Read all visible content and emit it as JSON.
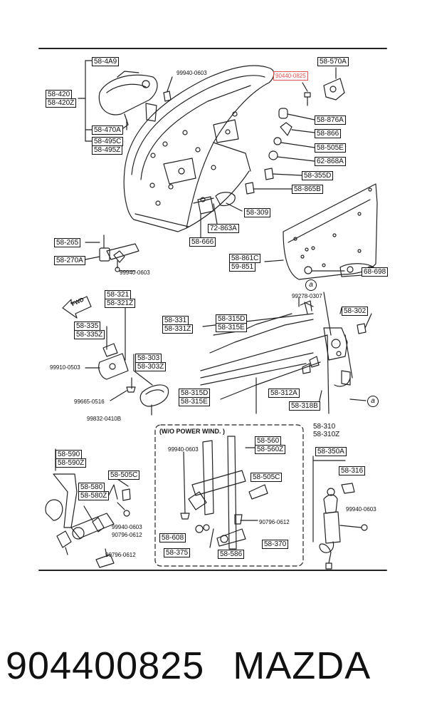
{
  "highlight_part": "90440-0825",
  "labels": {
    "p_58_4A9": "58-4A9",
    "p_58_420": "58-420",
    "p_58_420Z": "58-420Z",
    "p_58_470A": "58-470A",
    "p_58_495C": "58-495C",
    "p_58_495Z": "58-495Z",
    "p_99940_0603_a": "99940-0603",
    "p_58_570A": "58-570A",
    "p_58_876A": "58-876A",
    "p_58_866": "58-866",
    "p_58_505E": "58-505E",
    "p_62_868A": "62-868A",
    "p_58_355D": "58-355D",
    "p_58_865B": "58-865B",
    "p_58_309": "58-309",
    "p_72_863A": "72-863A",
    "p_58_666": "58-666",
    "p_58_265": "58-265",
    "p_58_270A": "58-270A",
    "p_99940_0603_b": "99940-0603",
    "p_58_861C": "58-861C",
    "p_59_851": "59-851",
    "p_68_698": "68-698",
    "fwd": "FWD",
    "p_58_321": "58-321",
    "p_58_321Z": "58-321Z",
    "p_58_335": "58-335",
    "p_58_335Z": "58-335Z",
    "p_99910_0503": "99910-0503",
    "p_99665_0516": "99665-0516",
    "p_99832_0410B": "99832-0410B",
    "p_58_303": "58-303",
    "p_58_303Z": "58-303Z",
    "p_58_331": "58-331",
    "p_58_331Z": "58-331Z",
    "p_58_315D_a": "58-315D",
    "p_58_315E_a": "58-315E",
    "p_58_315D_b": "58-315D",
    "p_58_315E_b": "58-315E",
    "marker_a1": "a",
    "marker_a2": "a",
    "p_99278_0307": "99278-0307",
    "p_58_302": "58-302",
    "p_58_312A": "58-312A",
    "p_58_318B": "58-318B",
    "p_58_310": "58-310",
    "p_58_310Z": "58-310Z",
    "wo_power": "(W/O POWER WIND. )",
    "p_99940_0603_c": "99940-0603",
    "p_58_560": "58-560",
    "p_58_560Z": "58-560Z",
    "p_58_505C_a": "58-505C",
    "p_90796_0612_a": "90796-0612",
    "p_58_608": "58-608",
    "p_58_375": "58-375",
    "p_58_586": "58-586",
    "p_58_370": "58-370",
    "p_58_590": "58-590",
    "p_58_590Z": "58-590Z",
    "p_58_505C_b": "58-505C",
    "p_58_580": "58-580",
    "p_58_580Z": "58-580Z",
    "p_99940_0603_d": "99940-0603",
    "p_90796_0612_b": "90796-0612",
    "p_90796_0612_c": "90796-0612",
    "p_58_350A": "58-350A",
    "p_58_316": "58-316",
    "p_99940_0603_e": "99940-0603"
  },
  "footer": {
    "part_number": "904400825",
    "brand": "MAZDA"
  }
}
